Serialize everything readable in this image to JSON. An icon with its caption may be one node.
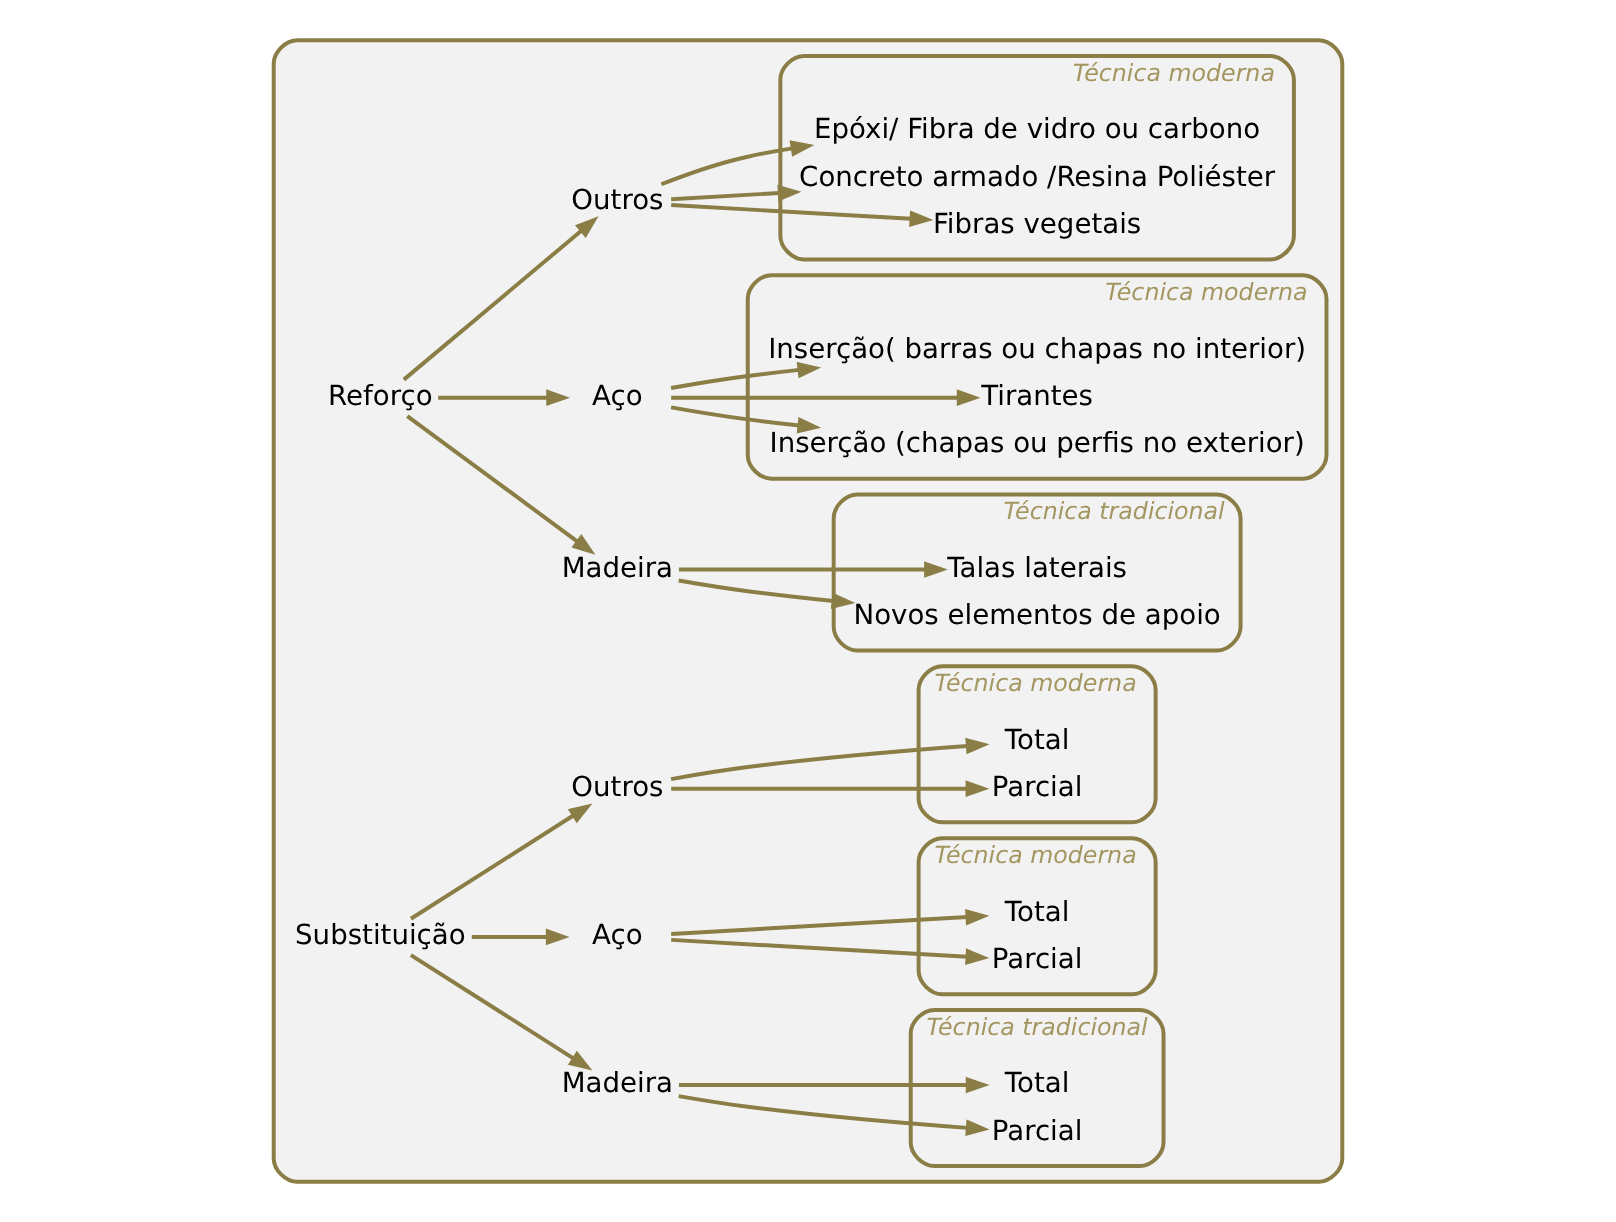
{
  "diagram": {
    "nodes": [
      {
        "text": [],
        "shape": "box"
      },
      {
        "text": [
          "Reforço"
        ],
        "in": 0
      },
      {
        "text": [
          "Madeira"
        ],
        "in": 0
      },
      {
        "text": [
          "Aço"
        ],
        "in": 0
      },
      {
        "text": [
          "Outros"
        ],
        "in": 0
      },
      {
        "text": [
          "Técnica tradicional"
        ],
        "in": 0
      },
      {
        "text": [
          "Talas laterais"
        ],
        "in": 5
      },
      {
        "text": [
          "Novos elementos de apoio"
        ],
        "in": 5
      },
      {
        "text": [
          "Técnica moderna"
        ],
        "in": 0
      },
      {
        "text": [
          "Inserção( barras ou chapas no interior)"
        ],
        "in": 8
      },
      {
        "text": [
          "Tirantes"
        ],
        "in": 8
      },
      {
        "text": [
          "Inserção (chapas ou perfis no exterior)"
        ],
        "in": 8
      },
      {
        "text": [
          "Técnica moderna"
        ],
        "in": 0
      },
      {
        "text": [
          "Epóxi/ Fibra de vidro ou carbono"
        ],
        "in": 12
      },
      {
        "text": [
          "Concreto armado /Resina Poliéster"
        ],
        "in": 12
      },
      {
        "text": [
          "Fibras vegetais"
        ],
        "in": 12
      },
      {
        "text": [
          "Substituição"
        ],
        "in": 0
      },
      {
        "text": [
          "Madeira"
        ],
        "in": 0
      },
      {
        "text": [
          "Aço"
        ],
        "in": 0
      },
      {
        "text": [
          "Outros"
        ],
        "in": 0
      },
      {
        "text": [
          "Técnica tradicional"
        ],
        "in": 0
      },
      {
        "text": [
          "Total"
        ],
        "in": 20
      },
      {
        "text": [
          "Parcial"
        ],
        "in": 20
      },
      {
        "text": [
          "Técnica moderna"
        ],
        "in": 0
      },
      {
        "text": [
          "Total"
        ],
        "in": 23
      },
      {
        "text": [
          "Parcial"
        ],
        "in": 23
      },
      {
        "text": [
          "Técnica moderna"
        ],
        "in": 0
      },
      {
        "text": [
          "Total"
        ],
        "in": 26
      },
      {
        "text": [
          "Parcial"
        ],
        "in": 26
      }
    ],
    "edges": [
      {
        "from": 1,
        "to": 2,
        "arrow": "to"
      },
      {
        "from": 1,
        "to": 3,
        "arrow": "to"
      },
      {
        "from": 1,
        "to": 4,
        "arrow": "to"
      },
      {
        "from": 2,
        "to": 6,
        "arrow": "to"
      },
      {
        "from": 2,
        "to": 7,
        "arrow": "to"
      },
      {
        "from": 3,
        "to": 9,
        "arrow": "to"
      },
      {
        "from": 3,
        "to": 10,
        "arrow": "to"
      },
      {
        "from": 3,
        "to": 11,
        "arrow": "to"
      },
      {
        "from": 4,
        "to": 13,
        "arrow": "to"
      },
      {
        "from": 4,
        "to": 14,
        "arrow": "to"
      },
      {
        "from": 4,
        "to": 15,
        "arrow": "to"
      },
      {
        "from": 16,
        "to": 17,
        "arrow": "to"
      },
      {
        "from": 16,
        "to": 18,
        "arrow": "to"
      },
      {
        "from": 16,
        "to": 19,
        "arrow": "to"
      },
      {
        "from": 17,
        "to": 21,
        "arrow": "to"
      },
      {
        "from": 17,
        "to": 22,
        "arrow": "to"
      },
      {
        "from": 18,
        "to": 24,
        "arrow": "to"
      },
      {
        "from": 18,
        "to": 25,
        "arrow": "to"
      },
      {
        "from": 19,
        "to": 27,
        "arrow": "to"
      },
      {
        "from": 19,
        "to": 28,
        "arrow": "to"
      }
    ]
  }
}
